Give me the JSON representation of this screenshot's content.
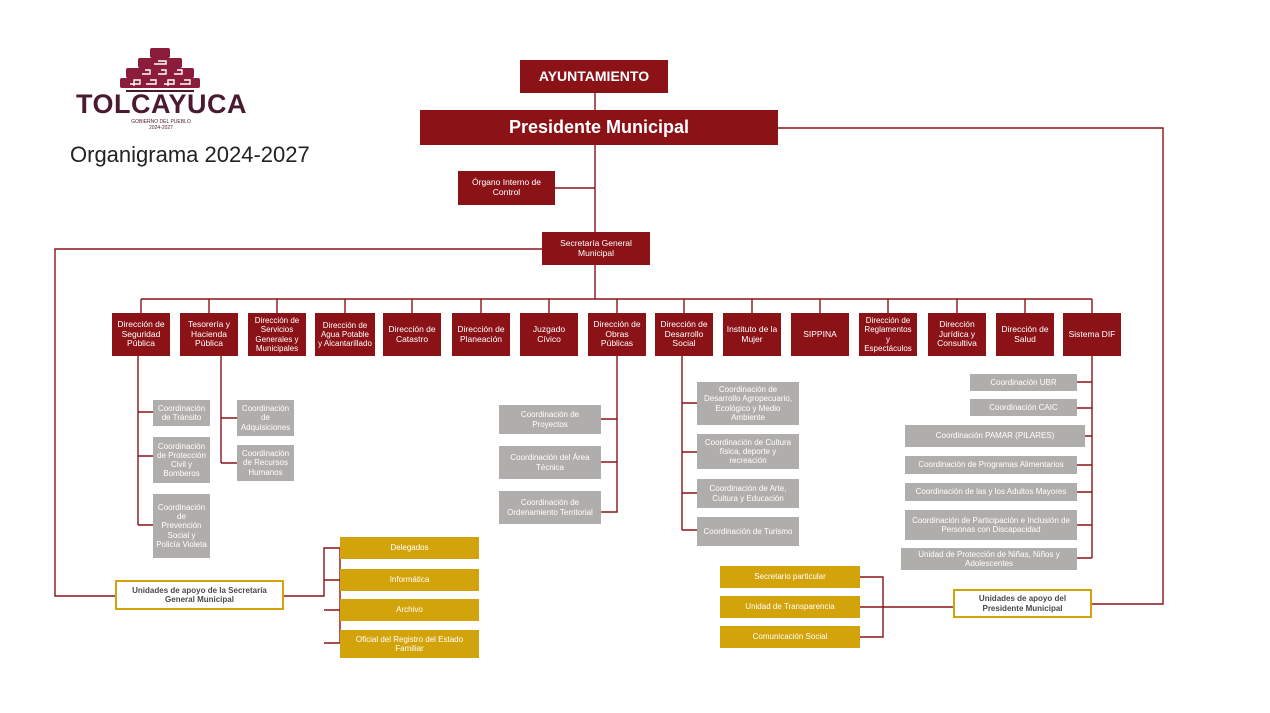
{
  "header": {
    "brand": "TOLCAYUCA",
    "sub1": "GOBIERNO DEL PUEBLO",
    "sub2": "2024-2027",
    "title": "Organigrama 2024-2027"
  },
  "top": {
    "ayuntamiento": "AYUNTAMIENTO",
    "presidente": "Presidente Municipal",
    "organo": "Órgano Interno de Control",
    "secretaria": "Secretaría General Municipal"
  },
  "directions": [
    "Dirección de Seguridad Pública",
    "Tesorería y Hacienda Pública",
    "Dirección de Servicios Generales y Municipales",
    "Dirección de Agua Potable y Alcantarillado",
    "Dirección de Catastro",
    "Dirección de Planeación",
    "Juzgado Cívico",
    "Dirección de Obras Públicas",
    "Dirección de Desarrollo Social",
    "Instituto de la Mujer",
    "SIPPINA",
    "Dirección de Reglamentos y Espectáculos",
    "Dirección Jurídica y Consultiva",
    "Dirección de Salud",
    "Sistema DIF"
  ],
  "seguridad_coords": [
    "Coordinación de Tránsito",
    "Coordinación de Protección Civil y Bomberos",
    "Coordinación de Prevención Social y Policía Violeta"
  ],
  "tesoreria_coords": [
    "Coordinación de Adquisiciones",
    "Coordinación de Recursos Humanos"
  ],
  "obras_coords": [
    "Coordinación de Proyectos",
    "Coordinación del Área Técnica",
    "Coordinación de Ordenamiento Territorial"
  ],
  "social_coords": [
    "Coordinación de Desarrollo Agropecuario, Ecológico y Medio Ambiente",
    "Coordinación de Cultura física, deporte y recreación",
    "Coordinación de Arte, Cultura y Educación",
    "Coordinación de Turismo"
  ],
  "dif_coords": [
    "Coordinación UBR",
    "Coordinación CAIC",
    "Coordinación PAMAR (PILARES)",
    "Coordinación de Programas Alimentarios",
    "Coordinación de las y los Adultos Mayores",
    "Coordinación de Participación e Inclusión de Personas con Discapacidad",
    "Unidad de Protección de Niñas, Niños y Adolescentes"
  ],
  "sec_support": {
    "title": "Unidades de apoyo de la Secretaría General Municipal",
    "items": [
      "Delegados",
      "Informática",
      "Archivo",
      "Oficial del Registro del Estado Familiar"
    ]
  },
  "pres_support": {
    "title": "Unidades de apoyo del Presidente Municipal",
    "items": [
      "Secretario particular",
      "Unidad de Transparencia",
      "Comunicación Social"
    ]
  },
  "colors": {
    "primary": "#8b1318",
    "secondary": "#b0aeac",
    "support": "#d3a30b",
    "brand": "#4b1a2f"
  },
  "icons": [
    "tolcayuca-logo-icon"
  ]
}
